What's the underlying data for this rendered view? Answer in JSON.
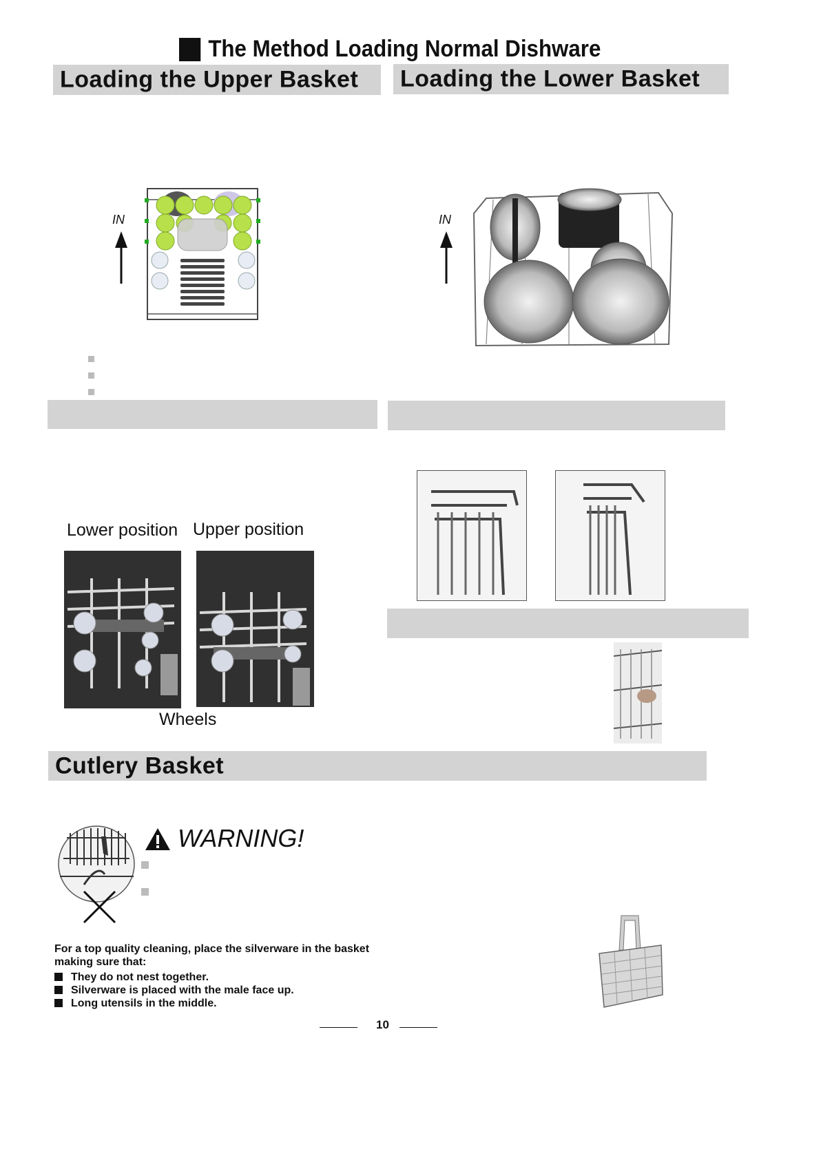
{
  "page": {
    "title": "The Method Loading Normal Dishware",
    "page_number": "10"
  },
  "upper_basket": {
    "heading": "Loading the Upper Basket",
    "arrow_label": "IN"
  },
  "lower_basket": {
    "heading": "Loading the Lower Basket",
    "arrow_label": "IN"
  },
  "adjust_section": {
    "caption_lower": "Lower position",
    "caption_upper": "Upper position",
    "caption_wheels": "Wheels"
  },
  "cutlery": {
    "heading": "Cutlery Basket",
    "warning_label": "WARNING!",
    "intro_line1": "For a  top quality cleaning, place the silverware in the basket",
    "intro_line2": "making sure that:",
    "bullets": [
      "They do not nest together.",
      "Silverware is placed  with the male face up.",
      "Long utensils in the middle."
    ]
  },
  "colors": {
    "header_bar": "#d3d3d3",
    "bullet_gray": "#bbbbbb",
    "cup_green": "#b8e04a"
  }
}
